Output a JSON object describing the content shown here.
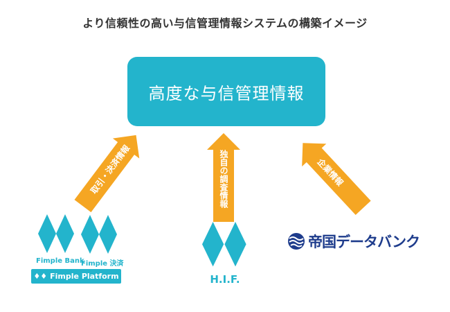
{
  "title": "より信頼性の高い与信管理情報システムの構築イメージ",
  "center": {
    "label": "高度な与信管理情報"
  },
  "arrows": [
    {
      "label": "取引・決済情報"
    },
    {
      "label": "独自の調査情報"
    },
    {
      "label": "企業情報"
    }
  ],
  "sources": {
    "fimple": {
      "bank": "Fimple Bank",
      "payment": "Fimple 決済",
      "platform": "Fimple Platform"
    },
    "hif": {
      "label": "H.I.F."
    },
    "teikoku": {
      "label": "帝国データバンク"
    }
  },
  "colors": {
    "teal": "#23b4cc",
    "orange": "#f5a623",
    "navy": "#1e3c8c"
  }
}
